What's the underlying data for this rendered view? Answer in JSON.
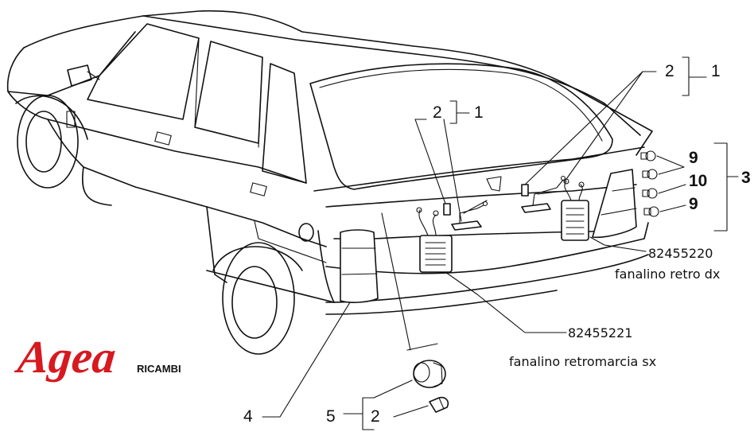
{
  "colors": {
    "brand_red": "#d71920",
    "line": "#111111",
    "background": "#ffffff"
  },
  "logo": {
    "brand": "Agea",
    "sub": "RICAMBI"
  },
  "callouts": {
    "c1_top_right": "1",
    "c2_top_right": "2",
    "c1_mid": "1",
    "c2_mid": "2",
    "c9_a": "9",
    "c10": "10",
    "c9_b": "9",
    "c3": "3",
    "c4": "4",
    "c5": "5",
    "c2_bottom": "2"
  },
  "parts": {
    "right": {
      "code": "82455220",
      "name": "fanalino retro dx"
    },
    "left": {
      "code": "82455221",
      "name": "fanalino retromarcia sx"
    }
  }
}
